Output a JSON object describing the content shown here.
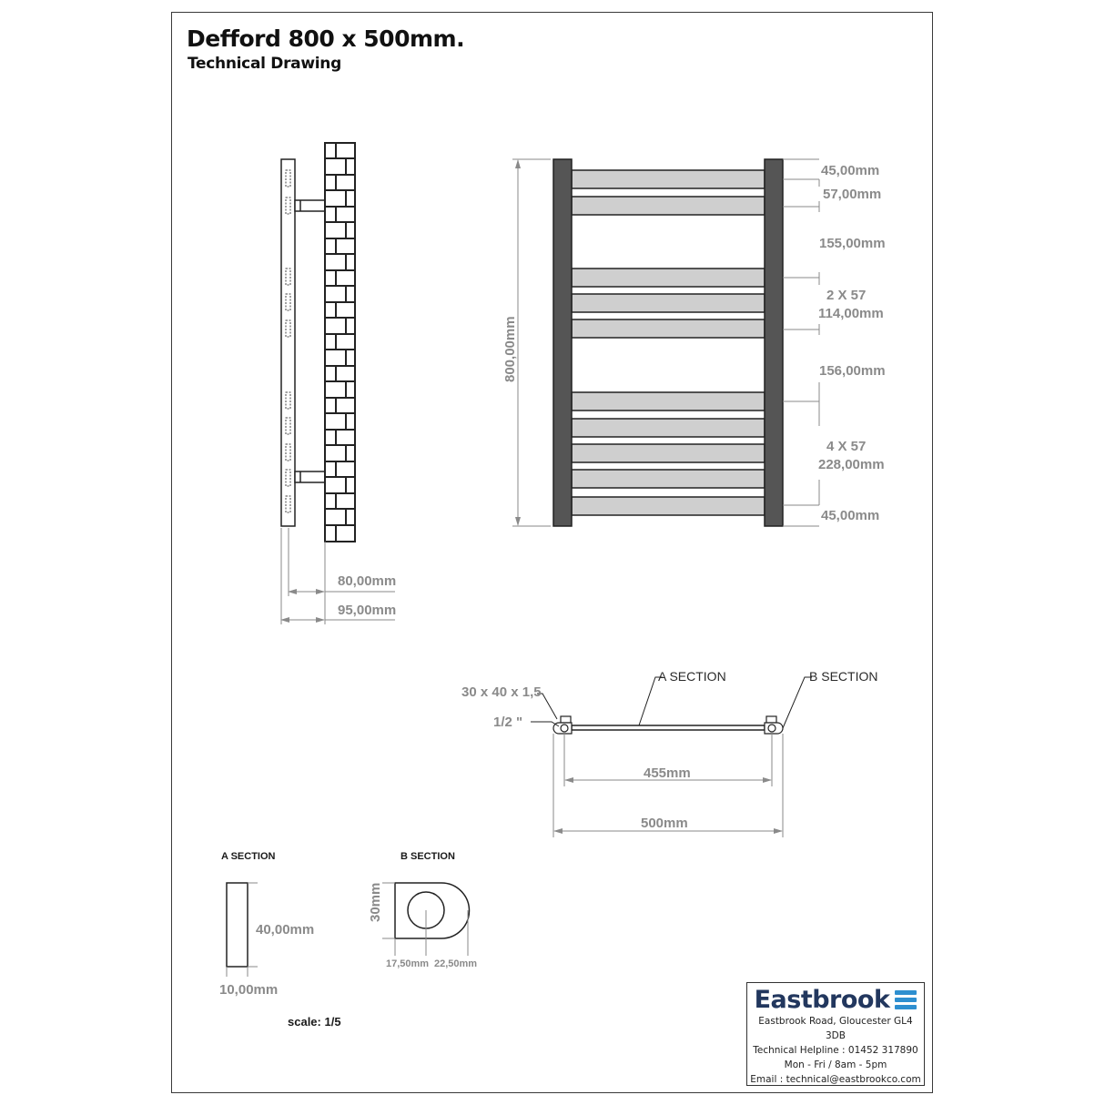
{
  "header": {
    "title": "Defford 800 x 500mm.",
    "subtitle": "Technical Drawing"
  },
  "side_view": {
    "dim_80": "80,00mm",
    "dim_95": "95,00mm"
  },
  "front_view": {
    "height_label": "800,00mm",
    "dims": {
      "top": "45,00mm",
      "spacing": "57,00mm",
      "gap1": "155,00mm",
      "group2_count": "2 X 57",
      "group2_total": "114,00mm",
      "gap2": "156,00mm",
      "group4_count": "4 X 57",
      "group4_total": "228,00mm",
      "bottom": "45,00mm"
    }
  },
  "plan_view": {
    "tube_spec": "30 x 40 x 1,5",
    "connection": "1/2 \"",
    "a_section_callout": "A SECTION",
    "b_section_callout": "B SECTION",
    "centres": "455mm",
    "overall_width": "500mm"
  },
  "sections": {
    "a": {
      "title": "A SECTION",
      "height": "40,00mm",
      "width": "10,00mm"
    },
    "b": {
      "title": "B SECTION",
      "height": "30mm",
      "left": "17,50mm",
      "right": "22,50mm"
    }
  },
  "scale": "scale: 1/5",
  "company": {
    "name": "Eastbrook",
    "address": "Eastbrook Road, Gloucester GL4 3DB",
    "helpline": "Technical Helpline : 01452 317890",
    "hours": "Mon - Fri / 8am - 5pm",
    "email": "Email : technical@eastbrookco.com",
    "brand_color": "#22375e",
    "wave_color": "#2e8fd0"
  }
}
